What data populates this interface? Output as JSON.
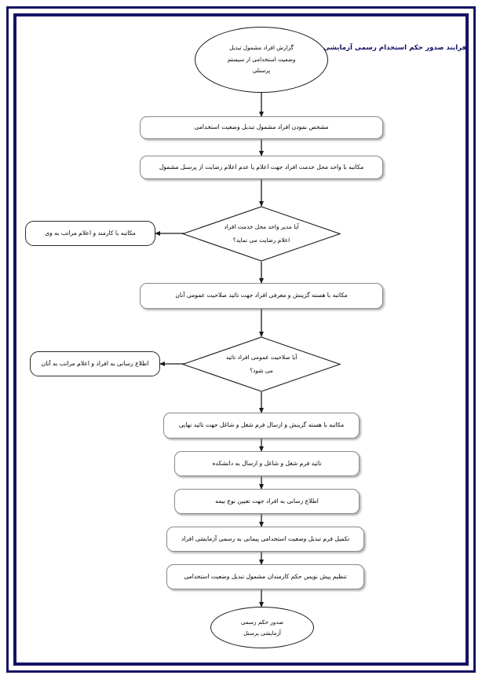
{
  "document": {
    "title": "فرایند صدور حکم استخدام رسمی آزمایشی",
    "language": "fa",
    "direction": "rtl",
    "frame_color": "#141464",
    "node_border_color": "#8a8a8a",
    "text_color": "#000000"
  },
  "chart_data": {
    "type": "diagram",
    "subtype": "flowchart",
    "title": "فرایند صدور حکم استخدام رسمی آزمایشی",
    "orientation": "top-to-bottom",
    "nodes": [
      {
        "id": "start",
        "shape": "ellipse",
        "lines": [
          "گزارش افراد مشمول تبدیل",
          "وضعیت استخدامی از سیستم",
          "پرسنلی"
        ]
      },
      {
        "id": "p1",
        "shape": "process",
        "lines": [
          "مشخص نمودن افراد مشمول تبدیل وضعیت استخدامی"
        ]
      },
      {
        "id": "p2",
        "shape": "process",
        "lines": [
          "مکاتبه با واحد محل خدمت افراد جهت اعلام یا عدم اعلام رضایت از پرسنل مشمول"
        ]
      },
      {
        "id": "d1",
        "shape": "decision",
        "lines": [
          "آیا مدیر واحد محل خدمت افراد",
          "اعلام رضایت می نماید؟"
        ]
      },
      {
        "id": "s1",
        "shape": "process",
        "lines": [
          "مکاتبه با کارمند و اعلام مراتب به وی"
        ]
      },
      {
        "id": "p3",
        "shape": "process",
        "lines": [
          "مکاتبه با هسته گزینش و معرفی افراد جهت تائید صلاحیت عمومی آنان"
        ]
      },
      {
        "id": "d2",
        "shape": "decision",
        "lines": [
          "آیا صلاحیت عمومی افراد تائید",
          "می شود؟"
        ]
      },
      {
        "id": "s2",
        "shape": "process",
        "lines": [
          "اطلاع رسانی به افراد و اعلام مراتب به آنان"
        ]
      },
      {
        "id": "p4",
        "shape": "process",
        "lines": [
          "مکاتبه با هسته گزینش و ارسال فرم شغل و شاغل جهت تائید نهایی"
        ]
      },
      {
        "id": "p5",
        "shape": "process",
        "lines": [
          "تائید فرم شغل و شاغل و ارسال به دانشکده"
        ]
      },
      {
        "id": "p6",
        "shape": "process",
        "lines": [
          "اطلاع رسانی به افراد جهت تعیین نوع بیمه"
        ]
      },
      {
        "id": "p7",
        "shape": "process",
        "lines": [
          "تکمیل فرم تبدیل وضعیت استخدامی پیمانی به رسمی آزمایشی افراد"
        ]
      },
      {
        "id": "p8",
        "shape": "process",
        "lines": [
          "تنظیم پیش نویس حکم کارمندان مشمول تبدیل وضعیت استخدامی"
        ]
      },
      {
        "id": "end",
        "shape": "ellipse",
        "lines": [
          "صدور حکم رسمی",
          "آزمایشی پرسنل"
        ]
      }
    ],
    "edges": [
      {
        "from": "start",
        "to": "p1",
        "label": ""
      },
      {
        "from": "p1",
        "to": "p2",
        "label": ""
      },
      {
        "from": "p2",
        "to": "d1",
        "label": ""
      },
      {
        "from": "d1",
        "to": "s1",
        "label": ""
      },
      {
        "from": "d1",
        "to": "p3",
        "label": ""
      },
      {
        "from": "p3",
        "to": "d2",
        "label": ""
      },
      {
        "from": "d2",
        "to": "s2",
        "label": ""
      },
      {
        "from": "d2",
        "to": "p4",
        "label": ""
      },
      {
        "from": "p4",
        "to": "p5",
        "label": ""
      },
      {
        "from": "p5",
        "to": "p6",
        "label": ""
      },
      {
        "from": "p6",
        "to": "p7",
        "label": ""
      },
      {
        "from": "p7",
        "to": "p8",
        "label": ""
      },
      {
        "from": "p8",
        "to": "end",
        "label": ""
      }
    ]
  }
}
